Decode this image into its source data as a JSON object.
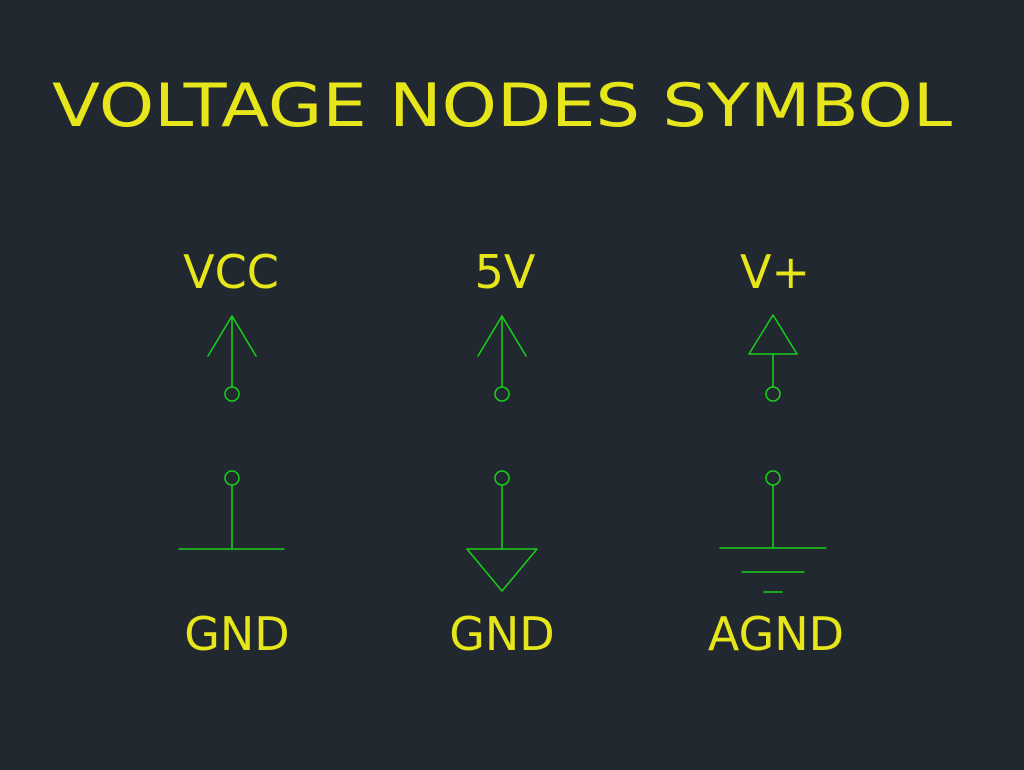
{
  "title": "VOLTAGE NODES SYMBOL",
  "colors": {
    "background": "#212830",
    "text": "#e6e61a",
    "symbol": "#19d119"
  },
  "power_symbols": [
    {
      "label": "VCC",
      "style": "arrow"
    },
    {
      "label": "5V",
      "style": "arrow"
    },
    {
      "label": "V+",
      "style": "triangle"
    }
  ],
  "ground_symbols": [
    {
      "label": "GND",
      "style": "bar"
    },
    {
      "label": "GND",
      "style": "triangle"
    },
    {
      "label": "AGND",
      "style": "earth"
    }
  ]
}
